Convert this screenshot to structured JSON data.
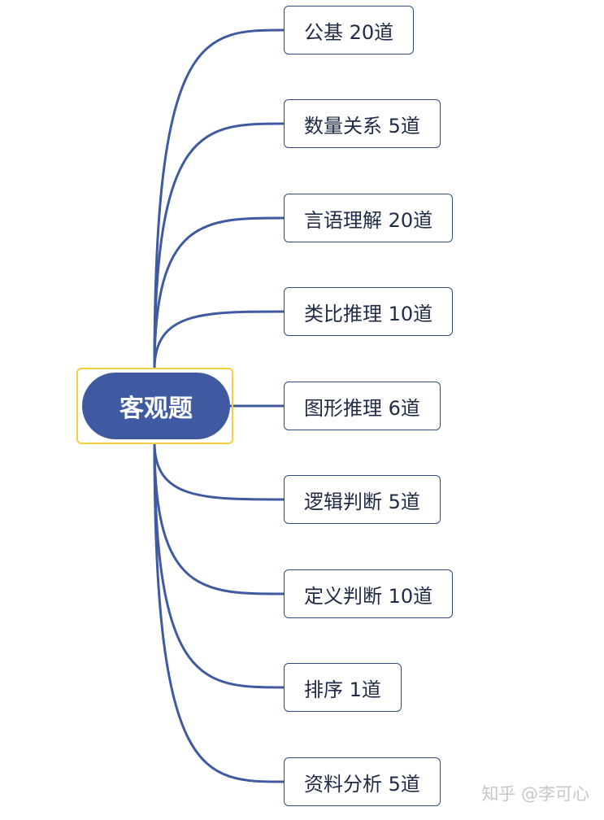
{
  "root": {
    "label": "客观题"
  },
  "topics": [
    {
      "label": "公基 20道"
    },
    {
      "label": "数量关系 5道"
    },
    {
      "label": "言语理解 20道"
    },
    {
      "label": "类比推理 10道"
    },
    {
      "label": "图形推理 6道"
    },
    {
      "label": "逻辑判断 5道"
    },
    {
      "label": "定义判断 10道"
    },
    {
      "label": "排序 1道"
    },
    {
      "label": "资料分析 5道"
    }
  ],
  "watermark": "知乎 @李可心",
  "colors": {
    "line": "#3f5aa0",
    "root_fill": "#3f5aa0",
    "highlight": "#f2d13e",
    "box_border": "#33497f"
  }
}
